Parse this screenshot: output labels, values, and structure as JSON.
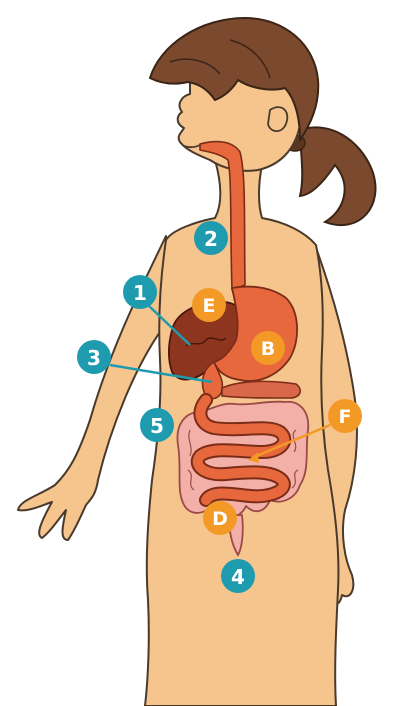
{
  "diagram": {
    "colors": {
      "skin": "#F5C58D",
      "skin_outline": "#4a3a2c",
      "hair": "#7B4A2E",
      "digestive_tract": "#E8683E",
      "liver": "#8E3520",
      "large_intestine": "#F0A7A0",
      "number_badge": "#1E9BAE",
      "letter_badge": "#F39A26"
    },
    "number_labels": [
      {
        "id": "n1",
        "text": "1"
      },
      {
        "id": "n2",
        "text": "2"
      },
      {
        "id": "n3",
        "text": "3"
      },
      {
        "id": "n4",
        "text": "4"
      },
      {
        "id": "n5",
        "text": "5"
      }
    ],
    "letter_labels": [
      {
        "id": "lB",
        "text": "B"
      },
      {
        "id": "lD",
        "text": "D"
      },
      {
        "id": "lE",
        "text": "E"
      },
      {
        "id": "lF",
        "text": "F"
      }
    ]
  }
}
